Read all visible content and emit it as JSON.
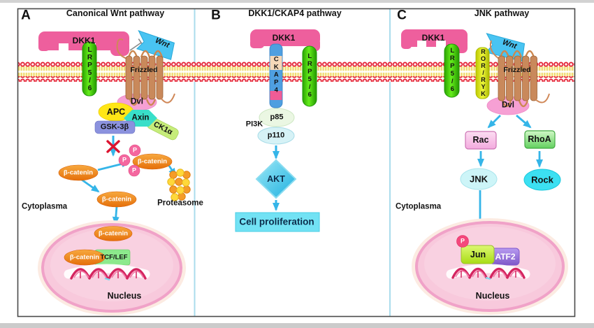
{
  "panelA": {
    "letter": "A",
    "title": "Canonical Wnt pathway",
    "dkk1": "DKK1",
    "wnt": "Wnt",
    "lrp56": "LRP5/6",
    "frizzled": "Frizzled",
    "dvl": "Dvl",
    "apc": "APC",
    "axin": "Axin",
    "gsk3b": "GSK-3β",
    "ck1a": "CK1α",
    "beta_catenin": "β-catenin",
    "phospho": "P",
    "proteasome": "Proteasome",
    "cytoplasm": "Cytoplasma",
    "tcf_lef": "TCF/LEF",
    "nucleus": "Nucleus"
  },
  "panelB": {
    "letter": "B",
    "title": "DKK1/CKAP4 pathway",
    "dkk1": "DKK1",
    "ckap4": "CKAP4",
    "lrp56": "LRP5/6",
    "pi3k": "PI3K",
    "p85": "p85",
    "p110": "p110",
    "akt": "AKT",
    "cell_proliferation": "Cell proliferation"
  },
  "panelC": {
    "letter": "C",
    "title": "JNK pathway",
    "dkk1": "DKK1",
    "wnt": "Wnt",
    "lrp56": "LRP5/6",
    "ror_ryk": "ROR/RYK",
    "frizzled": "Frizzled",
    "dvl": "Dvl",
    "rac": "Rac",
    "rhoa": "RhoA",
    "jnk": "JNK",
    "rock": "Rock",
    "cytoplasm": "Cytoplasma",
    "phospho": "P",
    "jun": "Jun",
    "atf2": "ATF2",
    "nucleus": "Nucleus"
  },
  "colors": {
    "dkk1_pink": "#ee5f9d",
    "wnt_blue": "#49c4f2",
    "lrp_green": "#3ecb00",
    "ror_yellow": "#d9e800",
    "frizzled_brown": "#c9895b",
    "membrane_bead_red": "#e41c30",
    "membrane_tail_yellow": "#f2e060",
    "arrow_blue": "#35b5e8",
    "beta_catenin_orange": "#ef8018",
    "phospho_pink": "#f4679f",
    "nucleus_pink": "#f8c9dc",
    "inhibit_red": "#dc1430",
    "divider_blue": "#aadcec"
  }
}
